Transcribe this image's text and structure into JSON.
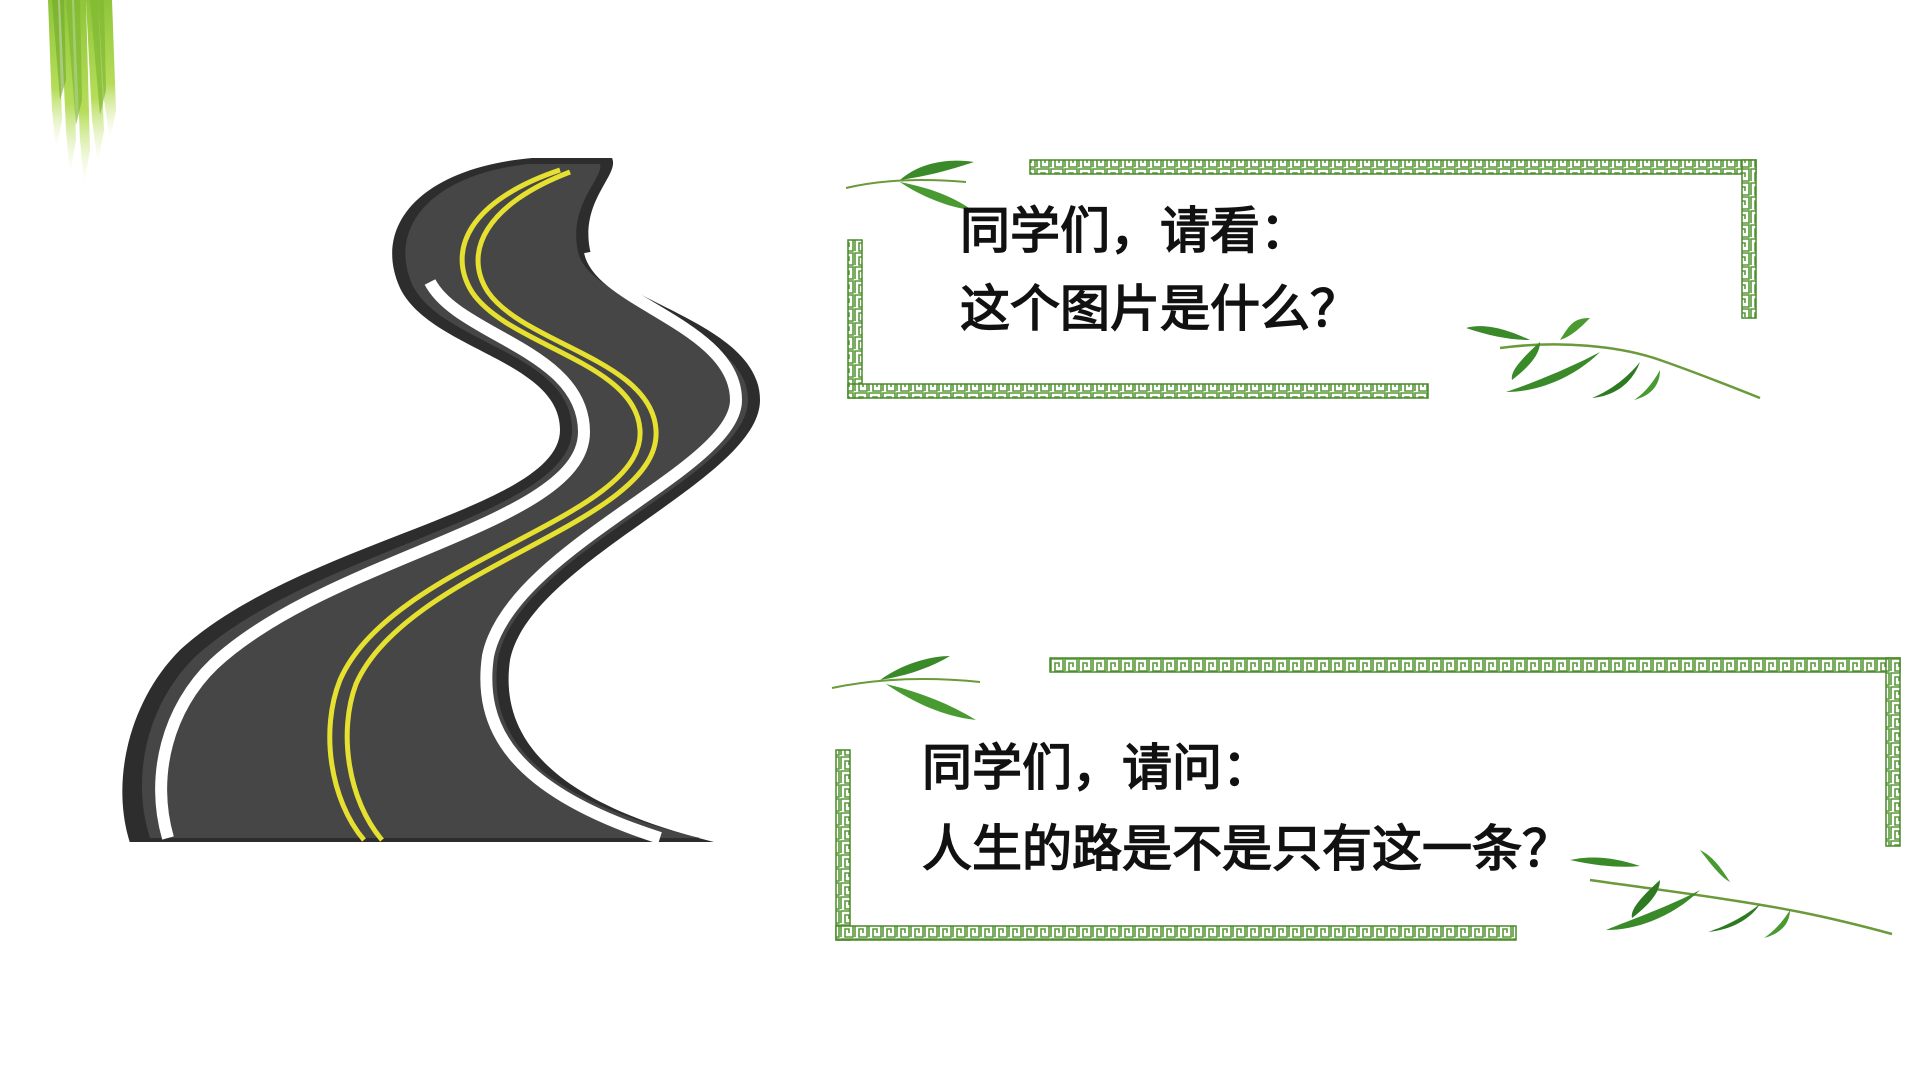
{
  "slide": {
    "background_color": "#ffffff",
    "accent_green": "#5a9a3a",
    "road_color": "#3e3e3e",
    "center_line_color": "#e8e030"
  },
  "decorations": {
    "grass_icon": "grass-tuft-icon",
    "leaf_icon": "bamboo-leaf-icon",
    "road_icon": "winding-road-icon"
  },
  "question_1": {
    "line_1": "同学们，请看：",
    "line_2": "这个图片是什么？"
  },
  "question_2": {
    "line_1": "同学们，请问：",
    "line_2": "人生的路是不是只有这一条？"
  }
}
